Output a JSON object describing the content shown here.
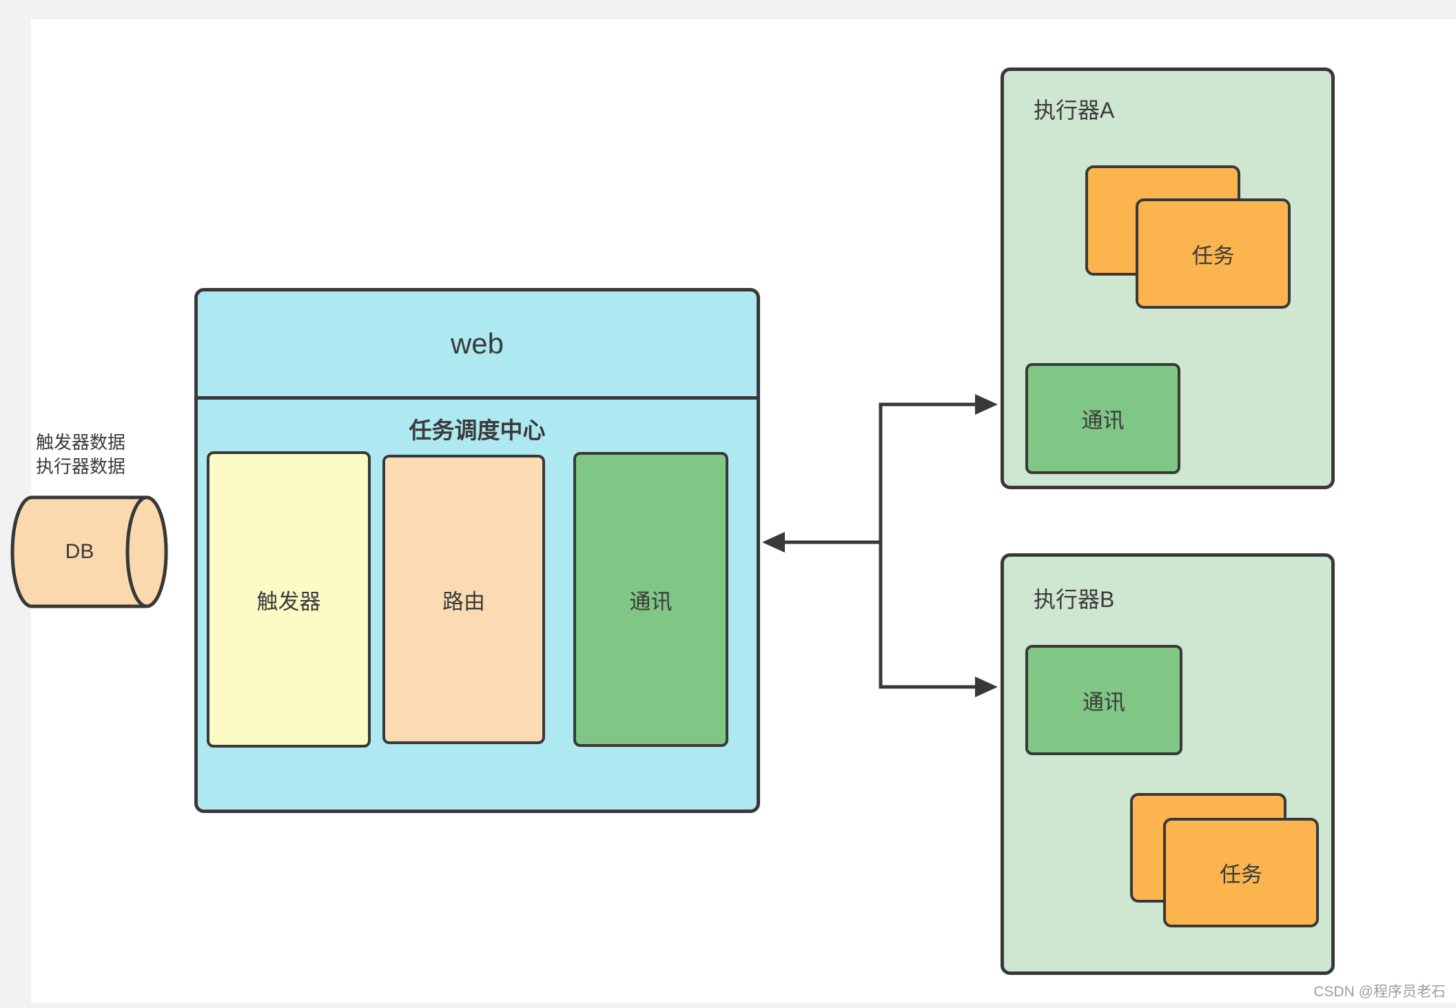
{
  "db": {
    "caption": "触发器数据\n执行器数据",
    "label": "DB"
  },
  "scheduler": {
    "header": "web",
    "title": "任务调度中心",
    "modules": [
      {
        "id": "trigger",
        "label": "触发器"
      },
      {
        "id": "router",
        "label": "路由"
      },
      {
        "id": "comm",
        "label": "通讯"
      }
    ]
  },
  "executor_a": {
    "title": "执行器A",
    "task_label": "任务",
    "comm_label": "通讯"
  },
  "executor_b": {
    "title": "执行器B",
    "task_label": "任务",
    "comm_label": "通讯"
  },
  "watermark": "CSDN @程序员老石",
  "colors": {
    "canvas-grey": "#f2f2f2",
    "scheduler-blue": "#aee8f1",
    "trigger-yellow": "#fcfac5",
    "router-peach": "#fbdcb2",
    "comm-green": "#80c684",
    "executor-green": "#cfe7d0",
    "task-orange": "#fcb44e",
    "db-peach": "#f9d9ad",
    "stroke-dark": "#383838",
    "watermark-grey": "#9e9ea0"
  }
}
